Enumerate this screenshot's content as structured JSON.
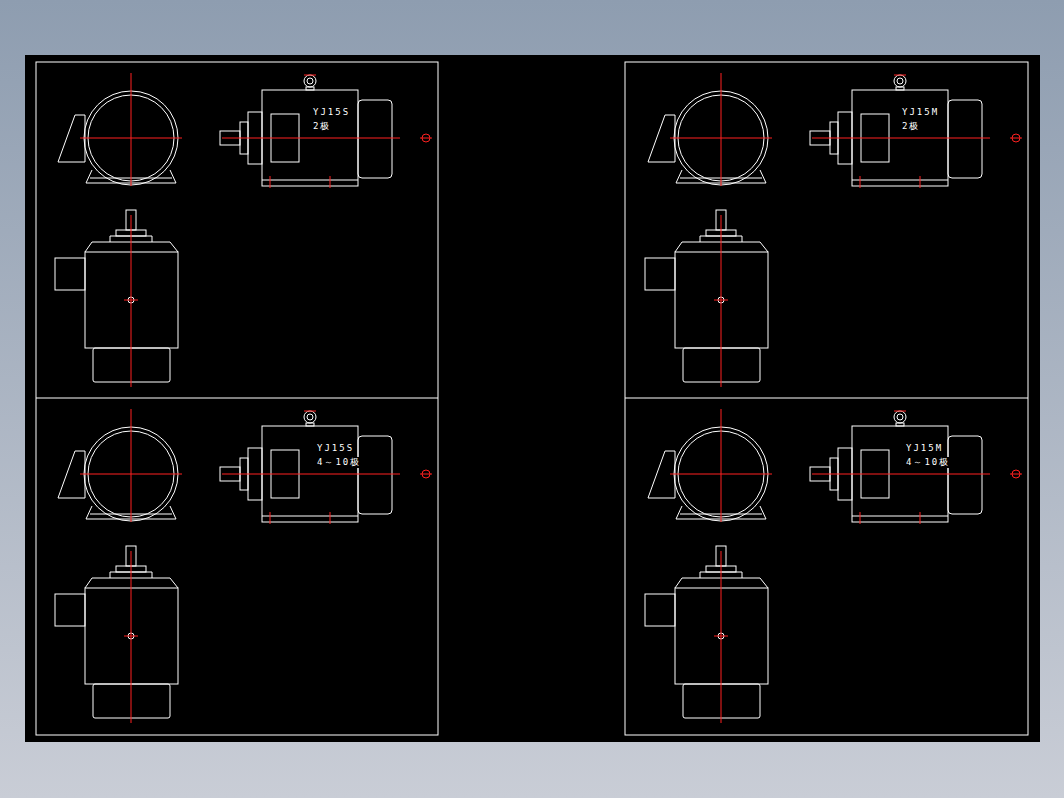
{
  "diagram": {
    "labels": [
      "YJ15S",
      "2极",
      "YJ15M",
      "2极",
      "YJ15S",
      "4～10极",
      "YJ15M",
      "4～10极"
    ]
  }
}
